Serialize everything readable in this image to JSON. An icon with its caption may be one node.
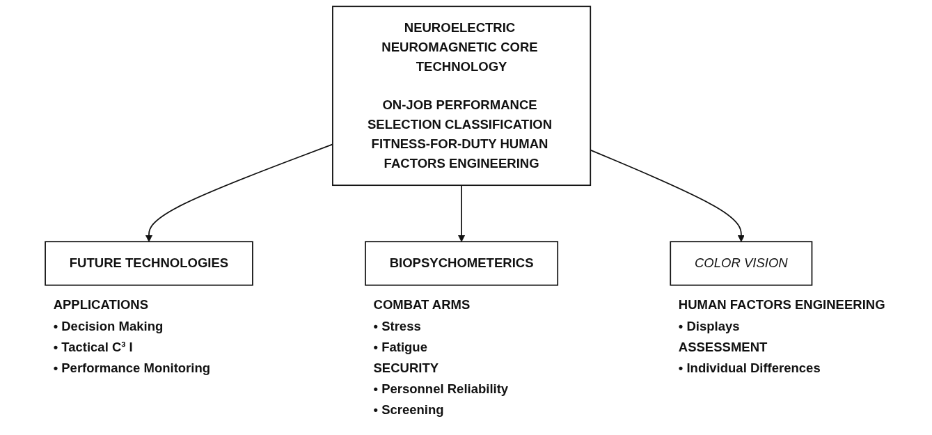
{
  "diagram": {
    "nodes": [
      {
        "text": [
          "FUTURE TECHNOLOGIES"
        ],
        "beside": [
          "APPLICATIONS",
          "• Decision Making",
          "• Tactical C³ I",
          "• Performance Monitoring"
        ]
      },
      {
        "text": [
          "NEUROELECTRIC NEUROMAGNETIC CORE TECHNOLOGY",
          "ON-JOB PERFORMANCE SELECTION CLASSIFICATION FITNESS-FOR-DUTY HUMAN FACTORS ENGINEERING"
        ]
      },
      {
        "text": [
          "BIOPSYCHOMETERICS"
        ],
        "beside": [
          "COMBAT ARMS",
          "• Stress",
          "• Fatigue",
          "SECURITY",
          "• Personnel Reliability",
          "• Screening"
        ]
      },
      {
        "text": [
          "COLOR VISION"
        ],
        "beside": [
          "HUMAN FACTORS ENGINEERING",
          "• Displays",
          "ASSESSMENT",
          "• Individual Differences"
        ]
      }
    ],
    "edges": [
      {
        "from": 1,
        "to": 0,
        "arrow": "to"
      },
      {
        "from": 1,
        "to": 2,
        "arrow": "to"
      },
      {
        "from": 1,
        "to": 3,
        "arrow": "to"
      }
    ]
  }
}
